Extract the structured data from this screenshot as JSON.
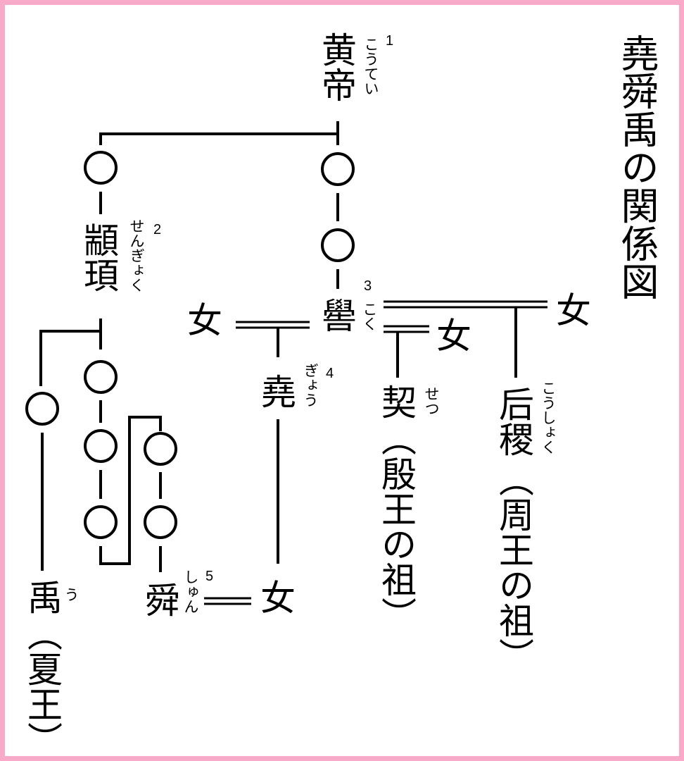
{
  "title": "堯舜禹の関係図",
  "people": {
    "huangdi": {
      "name": "黄帝",
      "reading": "こうてい",
      "number": "1"
    },
    "zhuanxu": {
      "name": "顓頊",
      "reading": "せんぎょく",
      "number": "2"
    },
    "ku": {
      "name": "嚳",
      "reading": "こく",
      "number": "3"
    },
    "yao": {
      "name": "堯",
      "reading": "ぎょう",
      "number": "4"
    },
    "shun": {
      "name": "舜",
      "reading": "しゅん",
      "number": "5"
    },
    "yu": {
      "name": "禹",
      "reading": "う",
      "note": "（夏王）"
    },
    "xie": {
      "name": "契",
      "reading": "せつ",
      "note": "（殷王の祖）"
    },
    "houji": {
      "name": "后稷",
      "reading": "こうしょく",
      "note": "（周王の祖）"
    }
  },
  "woman_label": "女"
}
